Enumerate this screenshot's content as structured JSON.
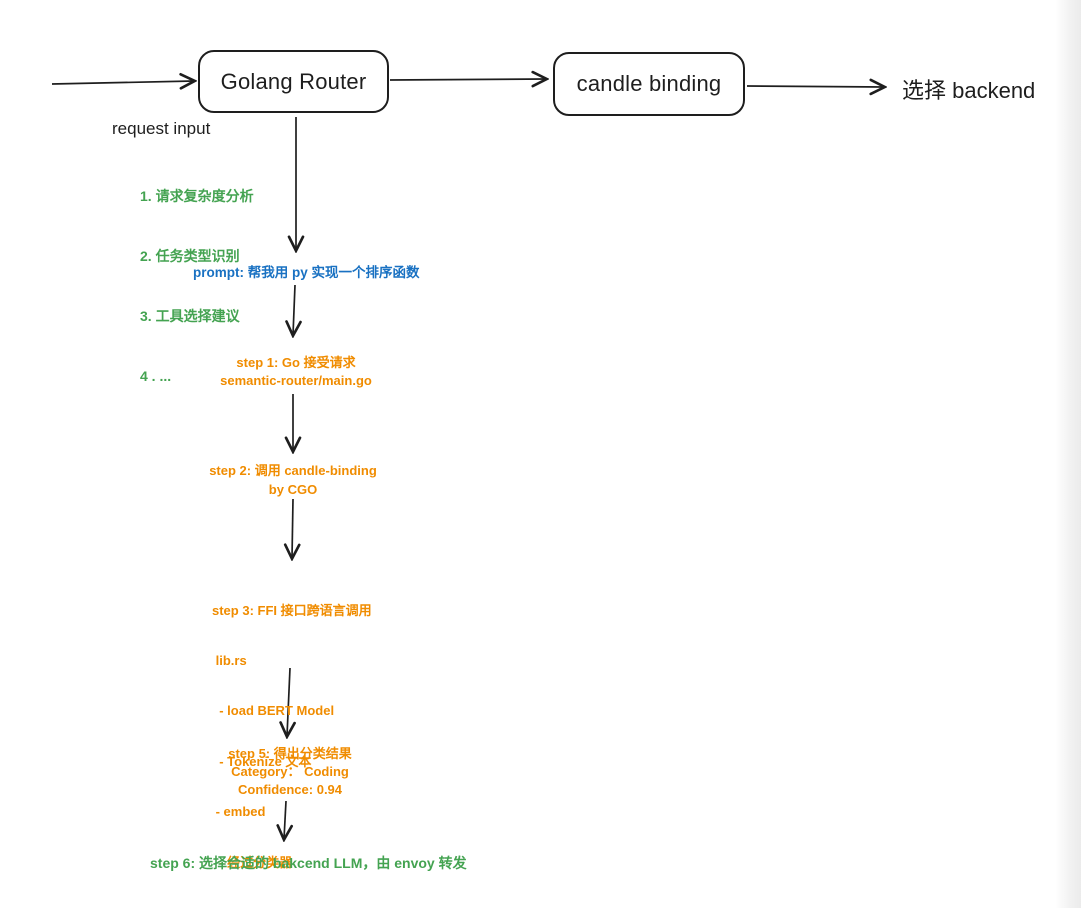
{
  "colors": {
    "ink": "#1e1e1e",
    "green": "#44a351",
    "orange": "#f08c00",
    "blue": "#1971c2"
  },
  "top_flow": {
    "golang_router_label": "Golang Router",
    "candle_binding_label": "candle binding",
    "backend_label": "选择 backend"
  },
  "request_input": {
    "label": "request input",
    "items": [
      "1. 请求复杂度分析",
      "2. 任务类型识别",
      "3. 工具选择建议",
      "4 . ..."
    ]
  },
  "prompt": {
    "text": "prompt: 帮我用 py 实现一个排序函数"
  },
  "steps": {
    "step1": {
      "lines": [
        "step 1: Go 接受请求",
        "semantic-router/main.go"
      ]
    },
    "step2": {
      "lines": [
        "step 2: 调用 candle-binding",
        "by CGO"
      ]
    },
    "step3": {
      "lines": [
        "step 3: FFI 接口跨语言调用",
        " lib.rs",
        "  - load BERT Model",
        "  - Tokenize 文本",
        " - embed",
        "  - 经过分类器"
      ]
    },
    "step5": {
      "lines": [
        "step 5:  得出分类结果",
        "Category： Coding",
        "Confidence: 0.94"
      ]
    },
    "step6": {
      "text": "step 6: 选择合适的 bakcend LLM，由 envoy 转发"
    }
  }
}
